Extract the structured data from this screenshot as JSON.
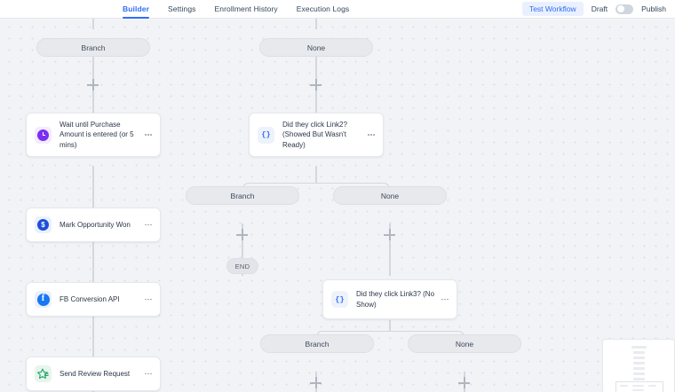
{
  "header": {
    "tabs": [
      {
        "label": "Builder",
        "active": true
      },
      {
        "label": "Settings",
        "active": false
      },
      {
        "label": "Enrollment History",
        "active": false
      },
      {
        "label": "Execution Logs",
        "active": false
      }
    ],
    "test_button": "Test Workflow",
    "draft_label": "Draft",
    "publish_label": "Publish",
    "toggle_state": "off",
    "accent_color": "#2f6ef6"
  },
  "canvas": {
    "background_color": "#f2f3f6",
    "dot_color": "#dcdfe6",
    "connector_color": "#d3d7de"
  },
  "nodes": {
    "branch_top_left": "Branch",
    "none_top": "None",
    "wait_purchase": "Wait until Purchase Amount is entered (or 5 mins)",
    "link2": "Did they click Link2? (Showed But Wasn't Ready)",
    "branch_mid": "Branch",
    "none_mid": "None",
    "mark_opportunity": "Mark Opportunity Won",
    "end": "END",
    "fb_conversion": "FB Conversion API",
    "link3": "Did they click Link3? (No Show)",
    "send_review": "Send Review Request",
    "branch_bottom": "Branch",
    "none_bottom": "None"
  },
  "icons": {
    "clock": "clock-icon",
    "deal": "dollar-icon",
    "facebook": "facebook-icon",
    "review": "star-review-icon",
    "code": "{}",
    "menu": "more-options-icon",
    "plus": "add-step-icon"
  },
  "minimap": {
    "name": "minimap"
  }
}
